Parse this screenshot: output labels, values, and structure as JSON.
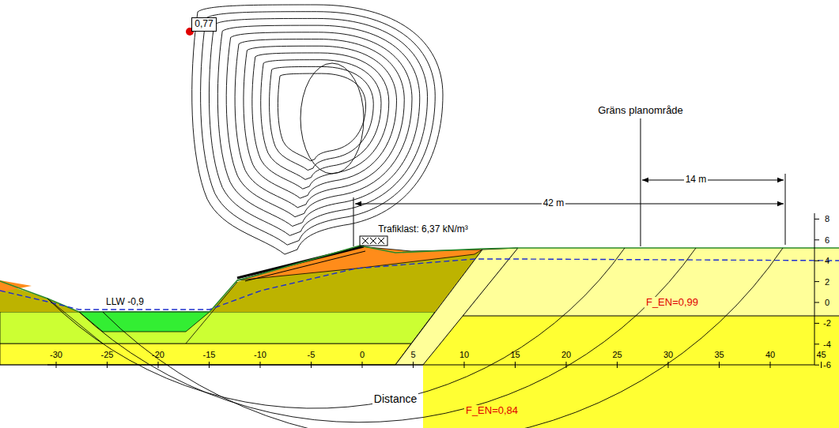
{
  "diagram": {
    "labels": [
      "0,77",
      "Trafiklast: 6,37 kN/m³",
      "Gräns planområde",
      "14 m",
      "42 m",
      "LLW -0,9",
      "F_EN=0,99",
      "F_EN=0,84",
      "Distance",
      "-30",
      "-25",
      "-20",
      "-15",
      "-10",
      "-5",
      "0",
      "5",
      "10",
      "15",
      "20",
      "25",
      "30",
      "35",
      "40",
      "45",
      "8",
      "6",
      "4",
      "2",
      "0",
      "-2",
      "-4",
      "-6"
    ]
  }
}
